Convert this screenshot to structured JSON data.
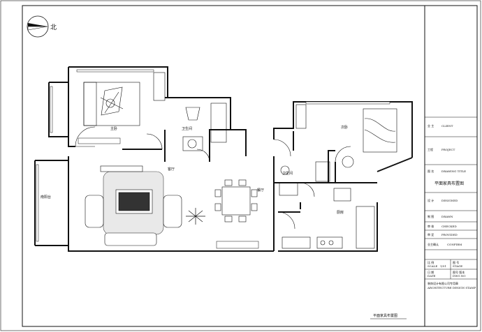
{
  "north_label": "北",
  "rooms": {
    "master_bedroom": "主卧",
    "bathroom": "卫生间",
    "living_room": "客厅",
    "dining_room": "餐厅",
    "second_bedroom": "次卧",
    "kitchen": "厨房",
    "bathroom2": "卫生间",
    "balcony": "南阳台"
  },
  "drawing_caption": "平面家具布置图",
  "title_block": {
    "client_label": "业 主",
    "client_value": "CLIENT",
    "project_label": "工程",
    "project_value": "PROJECT",
    "drawing_title_label": "图 名",
    "drawing_title_value": "DRAWING TITLE",
    "drawing_title_cn": "平面家具布置图",
    "design_label": "设 计",
    "design_value": "DESIGNED",
    "drawn_label": "制 图",
    "drawn_value": "DRAWN",
    "checked_label": "审 核",
    "checked_value": "CHECKED",
    "approved_label": "审 定",
    "approved_value": "PROVIDED",
    "confirm_label": "业主确认",
    "confirm_value": "CONFIRM",
    "scale_label": "比 例",
    "scale_value": "SCALE",
    "scale_ratio": "1/51",
    "date_label": "日 期",
    "date_value": "DATE",
    "sheet_label": "图 号",
    "sheet_value": "STAGE",
    "dwg_no_label": "图号 版本",
    "dwg_no_value": "DWG NO",
    "company_cn": "装饰设计有限公司专用章",
    "company_en": "ARCHITECTURE DESIGN STAMP"
  },
  "colors": {
    "line": "#111111",
    "bg": "#ffffff",
    "hatch": "#555555"
  }
}
